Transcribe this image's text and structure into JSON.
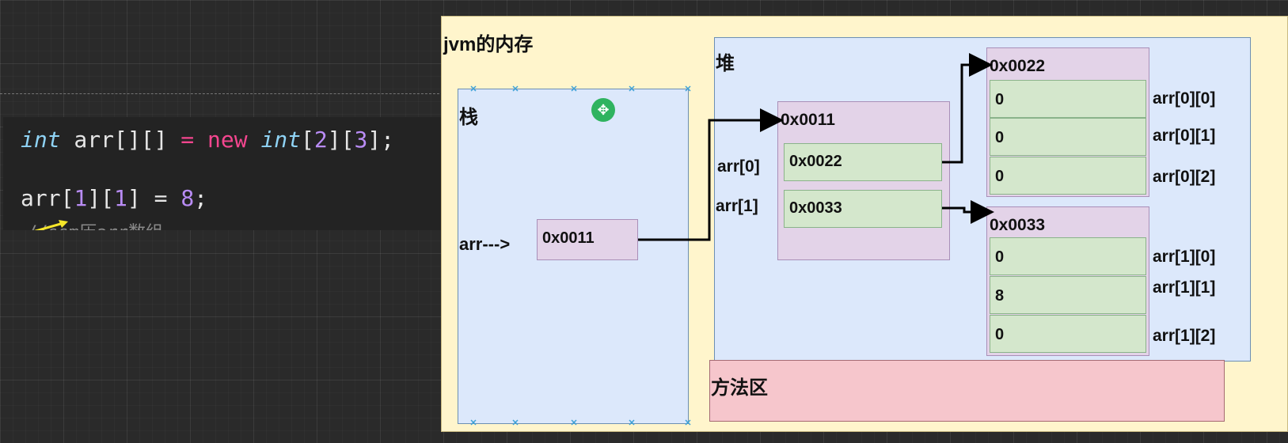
{
  "code": {
    "line1": {
      "kw": "int",
      "name": " arr[][] ",
      "eq": "=",
      "sp": " ",
      "new": "new",
      "sp2": " ",
      "type": "int",
      "b1": "[",
      "n1": "2",
      "b2": "][",
      "n2": "3",
      "b3": "];"
    },
    "line2": {
      "pre": "arr[",
      "n1": "1",
      "mid": "][",
      "n2": "1",
      "post": "] = ",
      "val": "8",
      "end": ";"
    },
    "comment": "//ssm历arr数组"
  },
  "diagram": {
    "panel_title": "jvm的内存",
    "stack_title": "栈",
    "heap_title": "堆",
    "method_area_title": "方法区",
    "stack_var_label": "arr--->",
    "stack_var_value": "0x0011",
    "outer_array": {
      "address": "0x0011",
      "cells": [
        {
          "label": "arr[0]",
          "value": "0x0022"
        },
        {
          "label": "arr[1]",
          "value": "0x0033"
        }
      ]
    },
    "inner_arrays": [
      {
        "address": "0x0022",
        "cells": [
          {
            "label": "arr[0][0]",
            "value": "0"
          },
          {
            "label": "arr[0][1]",
            "value": "0"
          },
          {
            "label": "arr[0][2]",
            "value": "0"
          }
        ]
      },
      {
        "address": "0x0033",
        "cells": [
          {
            "label": "arr[1][0]",
            "value": "0"
          },
          {
            "label": "arr[1][1]",
            "value": "8"
          },
          {
            "label": "arr[1][2]",
            "value": "0"
          }
        ]
      }
    ]
  },
  "icons": [
    "move-icon",
    "cursor-arrow-icon"
  ],
  "colors": {
    "panel": "#fff5cc",
    "stack_heap": "#dce8fb",
    "method_area": "#f6c6cc",
    "array_box": "#e3d3e8",
    "cell": "#d4e7cc",
    "keyword_int": "#8fd3f5",
    "keyword_new": "#f4468f",
    "number": "#b98cf5"
  }
}
